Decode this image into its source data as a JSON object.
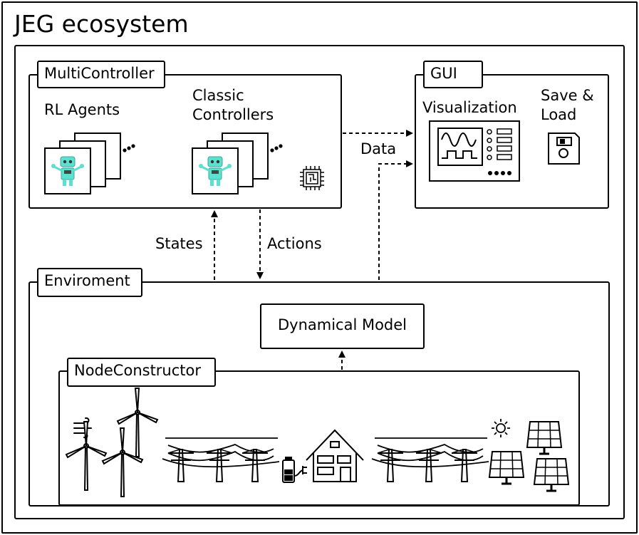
{
  "title": "JEG ecosystem",
  "multicontroller": {
    "tab": "MultiController",
    "rl_agents": "RL Agents",
    "classic_line1": "Classic",
    "classic_line2": "Controllers"
  },
  "gui": {
    "tab": "GUI",
    "visualization": "Visualization",
    "save_line1": "Save &",
    "save_line2": "Load"
  },
  "flows": {
    "data": "Data",
    "states": "States",
    "actions": "Actions"
  },
  "environment": {
    "tab": "Enviroment",
    "dynamical_model": "Dynamical Model",
    "node_constructor": "NodeConstructor"
  },
  "colors": {
    "robot": "#5de0cf",
    "line": "#000000",
    "background": "#ffffff"
  },
  "icons": [
    "robot-icon",
    "chip-icon",
    "oscilloscope-icon",
    "floppy-disk-icon",
    "wind-icon",
    "wind-turbine-icon",
    "power-pylon-icon",
    "battery-icon",
    "house-icon",
    "sun-icon",
    "solar-panel-icon"
  ]
}
